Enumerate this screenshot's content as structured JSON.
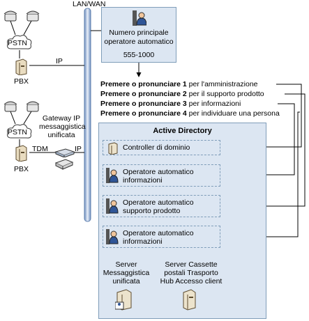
{
  "network": {
    "lan_wan_label": "LAN/WAN",
    "ip_label_top": "IP",
    "ip_label_bottom": "IP",
    "tdm_label": "TDM"
  },
  "left_top": {
    "pstn": "PSTN",
    "pbx": "PBX"
  },
  "left_bottom": {
    "pstn": "PSTN",
    "pbx": "PBX"
  },
  "gateway": {
    "line1": "Gateway IP",
    "line2": "messaggistica",
    "line3": "unificata"
  },
  "auto_attendant": {
    "line1": "Numero principale",
    "line2": "operatore automatico",
    "line3": "555-1000"
  },
  "prompts": [
    {
      "bold": "Premere o pronunciare 1",
      "rest": " per l'amministrazione"
    },
    {
      "bold": "Premere o pronunciare 2",
      "rest": " per il supporto prodotto"
    },
    {
      "bold": "Premere o pronunciare 3",
      "rest": " per informazioni"
    },
    {
      "bold": "Premere o pronunciare 4",
      "rest": " per individuare una persona"
    }
  ],
  "active_directory": {
    "title": "Active Directory",
    "items": [
      {
        "line1": "Controller di dominio",
        "line2": ""
      },
      {
        "line1": "Operatore automatico",
        "line2": "informazioni"
      },
      {
        "line1": "Operatore automatico",
        "line2": "supporto prodotto"
      },
      {
        "line1": "Operatore automatico",
        "line2": "informazioni"
      }
    ],
    "server_um": {
      "line1": "Server",
      "line2": "Messaggistica",
      "line3": "unificata"
    },
    "server_other": {
      "line1": "Server Cassette",
      "line2": "postali Trasporto",
      "line3": "Hub Accesso client"
    }
  },
  "colors": {
    "box_fill": "#dce6f2",
    "box_border": "#7f9db9",
    "pipe": "#9fb6d6"
  },
  "icons": [
    "phone-icon",
    "cloud-icon",
    "pbx-icon",
    "router-icon",
    "fax-icon",
    "user-icon",
    "server-icon"
  ]
}
